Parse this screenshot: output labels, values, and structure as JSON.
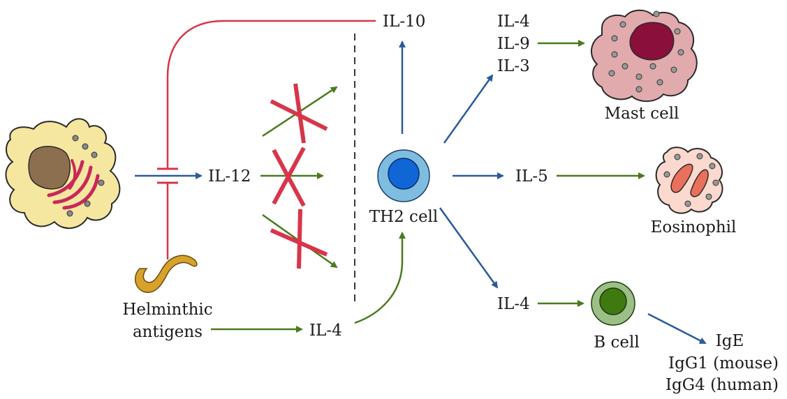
{
  "labels": {
    "il10": "IL-10",
    "il12": "IL-12",
    "il4_top": "IL-4",
    "il9": "IL-9",
    "il3": "IL-3",
    "il5": "IL-5",
    "il4_right": "IL-4",
    "il4_bottom": "IL-4",
    "th2_cell": "TH2 cell",
    "mast_cell": "Mast cell",
    "eosinophil": "Eosinophil",
    "b_cell": "B cell",
    "helminthic_line1": "Helminthic",
    "helminthic_line2": "antigens",
    "ige": "IgE",
    "igg1": "IgG1 (mouse)",
    "igg4": "IgG4 (human)"
  },
  "colors": {
    "blue_arrow": "#2a5a9a",
    "green_arrow": "#4a7a1e",
    "red_line": "#d8354a",
    "cross": "#d8354a"
  }
}
